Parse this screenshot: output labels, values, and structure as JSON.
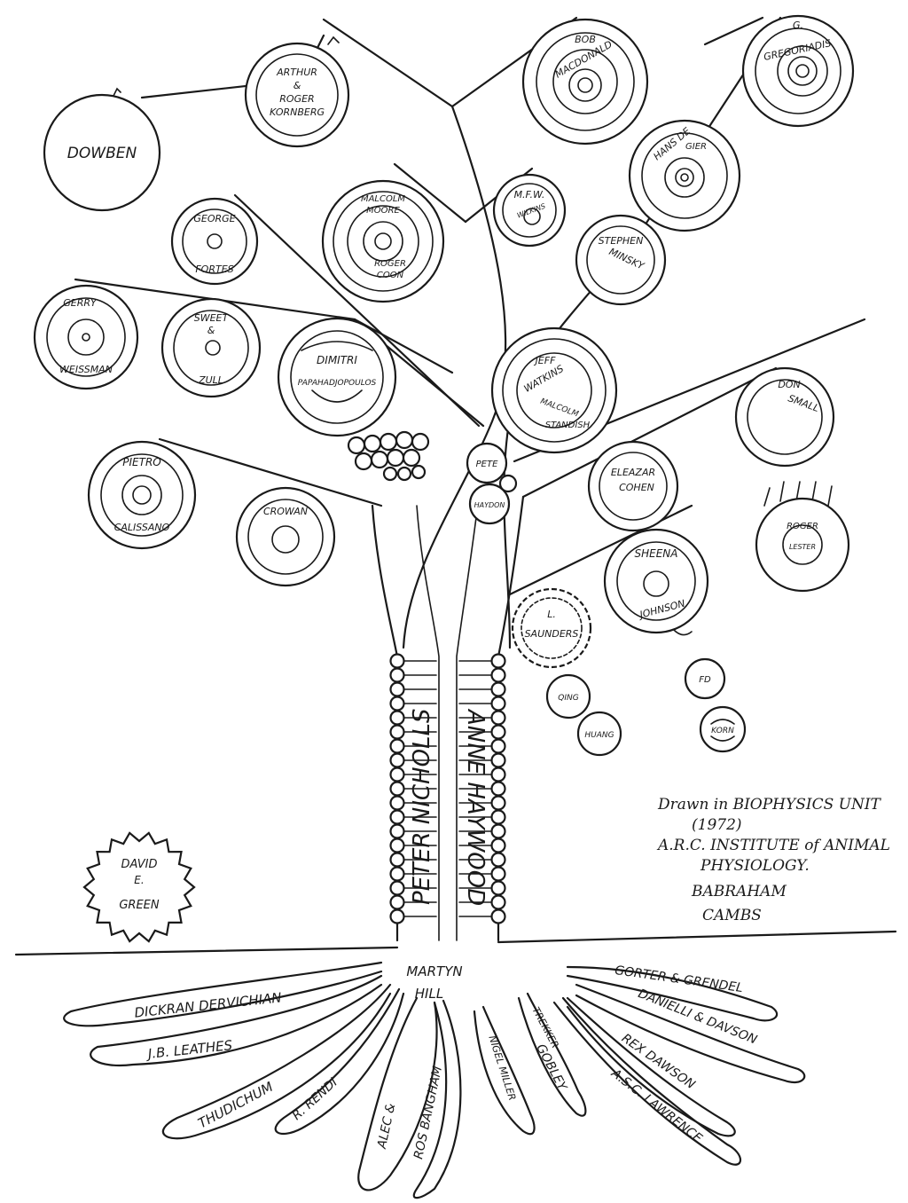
{
  "leaves": {
    "dowben": "DOWBEN",
    "kornberg": [
      "ARTHUR",
      "&",
      "ROGER",
      "KORNBERG"
    ],
    "macdonald": [
      "BOB",
      "MACDONALD"
    ],
    "gregoriadis": [
      "G.",
      "GREGORIADIS"
    ],
    "george_fortes": [
      "GEORGE",
      "FORTES"
    ],
    "malcolm_moore_roger_coon": [
      "MALCOLM",
      "MOORE",
      "ROGER",
      "COON"
    ],
    "mfw_wilkins": [
      "M.F.W.",
      "WILKINS"
    ],
    "hans_de_gier": [
      "HANS DE",
      "GIER"
    ],
    "stephen_minsky": [
      "STEPHEN",
      "MINSKY"
    ],
    "gerry_weissman": [
      "GERRY",
      "WEISSMAN"
    ],
    "sweet_zull": [
      "SWEET",
      "&",
      "ZULL"
    ],
    "dimitri": [
      "DIMITRI",
      "PAPAHADJOPOULOS"
    ],
    "jeff_watkins": [
      "JEFF",
      "WATKINS",
      "MALCOLM",
      "STANDISH"
    ],
    "don_small": [
      "DON",
      "SMALL"
    ],
    "pietro": [
      "PIETRO",
      "CALISSANO"
    ],
    "crowan": "CROWAN",
    "pete": "PETE",
    "haydon": "HAYDON",
    "eleazar": [
      "ELEAZAR",
      "COHEN"
    ],
    "roger_lester": [
      "ROGER",
      "LESTER"
    ],
    "sheena": [
      "SHEENA",
      "JOHNSON"
    ],
    "saunders": [
      "L.",
      "SAUNDERS"
    ],
    "fd": "FD",
    "qing": "QING",
    "huang": "HUANG",
    "korn": "KORN"
  },
  "trunk": {
    "left_name": "PETER NICHOLLS",
    "right_name": "ANNE HAYWOOD"
  },
  "david_green": [
    "DAVID",
    "E.",
    "GREEN"
  ],
  "roots": {
    "martyn_hill": [
      "MARTYN",
      "HILL"
    ],
    "dickran": "DICKRAN DERVICHIAN",
    "leathes": "J.B. LEATHES",
    "thudichum": "THUDICHUM",
    "rendi": "R. RENDI",
    "bangham": [
      "ALEC &",
      "ROS BANGHAM"
    ],
    "nigel_miller": "NIGEL MILLER",
    "trekker": "TREKKER",
    "gobley": "GOBLEY",
    "gorter": "GORTER & GRENDEL",
    "danielli": "DANIELLI & DAVSON",
    "dawson": "REX DAWSON",
    "lawrence": "A.S.C. LAWRENCE"
  },
  "note": {
    "line1": "Drawn in BIOPHYSICS UNIT",
    "line2": "(1972)",
    "line3": "A.R.C. INSTITUTE of ANIMAL",
    "line4": "PHYSIOLOGY.",
    "line5": "BABRAHAM",
    "line6": "CAMBS"
  }
}
